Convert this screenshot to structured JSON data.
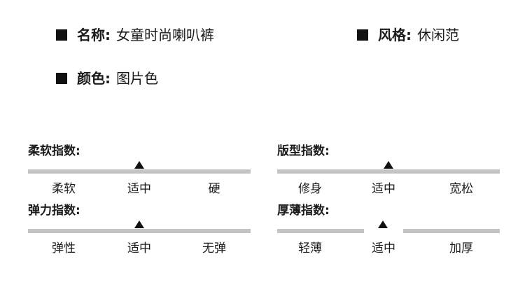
{
  "info": {
    "name": {
      "label": "名称:",
      "value": "女童时尚喇叭裤"
    },
    "style": {
      "label": "风格:",
      "value": "休闲范"
    },
    "color": {
      "label": "颜色:",
      "value": "图片色"
    }
  },
  "scales": {
    "softness": {
      "title": "柔软指数:",
      "labels": [
        "柔软",
        "适中",
        "硬"
      ],
      "selected": "适中"
    },
    "fit": {
      "title": "版型指数:",
      "labels": [
        "修身",
        "适中",
        "宽松"
      ],
      "selected": "适中"
    },
    "elasticity": {
      "title": "弹力指数:",
      "labels": [
        "弹性",
        "适中",
        "无弹"
      ],
      "selected": "适中"
    },
    "thickness": {
      "title": "厚薄指数:",
      "labels": [
        "轻薄",
        "适中",
        "加厚"
      ],
      "selected": "适中"
    }
  }
}
